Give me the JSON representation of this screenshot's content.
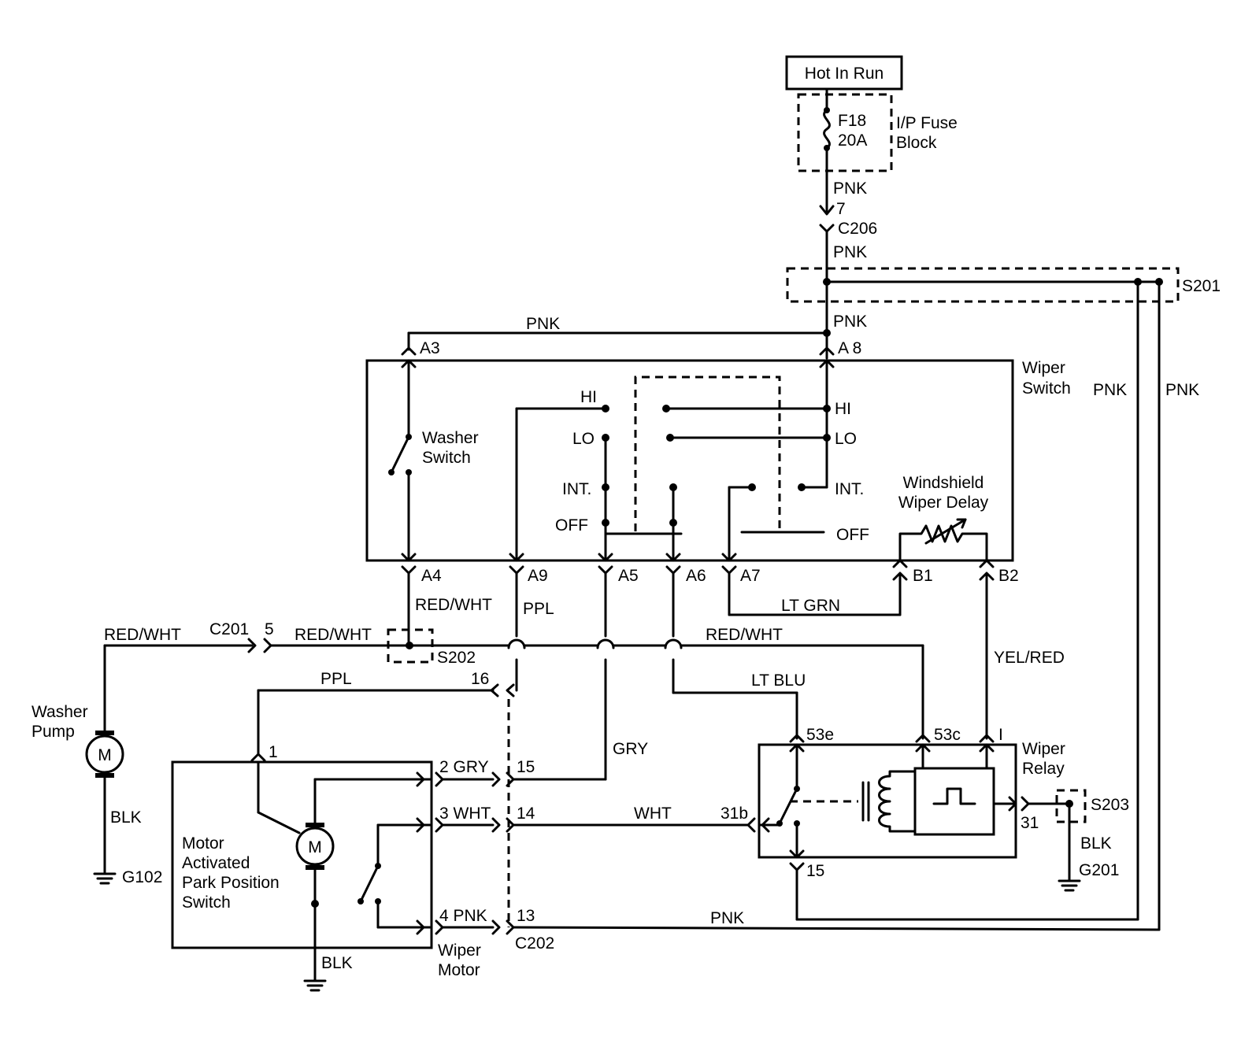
{
  "power": {
    "source": "Hot In Run",
    "fuse_id": "F18",
    "fuse_rating": "20A",
    "fuse_block_line1": "I/P Fuse",
    "fuse_block_line2": "Block"
  },
  "wires": {
    "pnk": "PNK",
    "red_wht": "RED/WHT",
    "ppl": "PPL",
    "lt_grn": "LT GRN",
    "lt_blu": "LT BLU",
    "gry": "GRY",
    "wht": "WHT",
    "yel_red": "YEL/RED",
    "blk": "BLK",
    "gry_2": "2 GRY",
    "wht_3": "3 WHT",
    "pnk_4": "4 PNK"
  },
  "connectors": {
    "c206": "C206",
    "c206_pin": "7",
    "c201": "C201",
    "c201_pin": "5",
    "c202": "C202",
    "pin_16": "16",
    "pin_15": "15",
    "pin_14": "14",
    "pin_13": "13",
    "pin_1": "1",
    "pin_31b": "31b",
    "pin_53e": "53e",
    "pin_53c": "53c",
    "pin_i": "I",
    "pin_31": "31",
    "pin_15_relay": "15",
    "a3": "A3",
    "a8": "A 8",
    "a4": "A4",
    "a9": "A9",
    "a5": "A5",
    "a6": "A6",
    "a7": "A7",
    "b1": "B1",
    "b2": "B2"
  },
  "splices": {
    "s201": "S201",
    "s202": "S202",
    "s203": "S203"
  },
  "grounds": {
    "g102": "G102",
    "g201": "G201"
  },
  "wiper_switch": {
    "title_line1": "Wiper",
    "title_line2": "Switch",
    "washer_line1": "Washer",
    "washer_line2": "Switch",
    "hi": "HI",
    "lo": "LO",
    "int": "INT.",
    "off": "OFF",
    "delay_line1": "Windshield",
    "delay_line2": "Wiper Delay"
  },
  "components": {
    "washer_pump_line1": "Washer",
    "washer_pump_line2": "Pump",
    "motor_symbol": "M",
    "park_line1": "Motor",
    "park_line2": "Activated",
    "park_line3": "Park Position",
    "park_line4": "Switch",
    "wiper_motor_line1": "Wiper",
    "wiper_motor_line2": "Motor",
    "relay_line1": "Wiper",
    "relay_line2": "Relay"
  }
}
